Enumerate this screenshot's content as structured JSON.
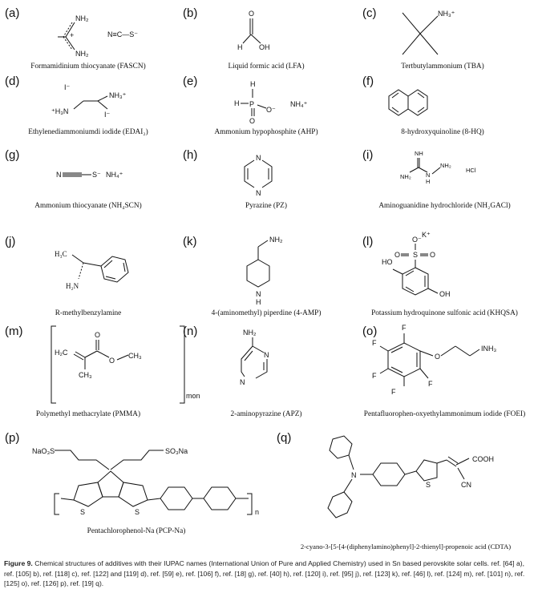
{
  "panels": [
    {
      "letter": "(a)",
      "name": "Formamidinium thiocyanate (FASCN)"
    },
    {
      "letter": "(b)",
      "name": "Liquid formic acid (LFA)"
    },
    {
      "letter": "(c)",
      "name": "Tertbutylammonium (TBA)"
    },
    {
      "letter": "(d)",
      "name": "Ethylenediammoniumdi iodide (EDAI₂)"
    },
    {
      "letter": "(e)",
      "name": "Ammonium hypophosphite (AHP)"
    },
    {
      "letter": "(f)",
      "name": "8-hydroxyquinoline (8-HQ)"
    },
    {
      "letter": "(g)",
      "name": "Ammonium thiocyanate (NH₄SCN)"
    },
    {
      "letter": "(h)",
      "name": "Pyrazine (PZ)"
    },
    {
      "letter": "(i)",
      "name": "Aminoguanidine hydrochloride (NH₂GACl)"
    },
    {
      "letter": "(j)",
      "name": "R-methylbenzylamine"
    },
    {
      "letter": "(k)",
      "name": "4-(aminomethyl) piperdine (4-AMP)"
    },
    {
      "letter": "(l)",
      "name": "Potassium hydroquinone sulfonic acid (KHQSA)"
    },
    {
      "letter": "(m)",
      "name": "Polymethyl methacrylate (PMMA)"
    },
    {
      "letter": "(n)",
      "name": "2-aminopyrazine (APZ)"
    },
    {
      "letter": "(o)",
      "name": "Pentafluorophen-oxyethylammonimum iodide (FOEI)"
    },
    {
      "letter": "(p)",
      "name": "Pentachlorophenol-Na (PCP-Na)"
    },
    {
      "letter": "(q)",
      "name": "2-cyano-3-[5-[4-(diphenylamino)phenyl]-2-thienyl]-propenoic acid (CDTA)"
    }
  ],
  "atoms": {
    "a": {
      "nh2_top": "NH₂",
      "nh2_bot": "NH₂",
      "plus": "+",
      "scn": "N≡C—S⁻"
    },
    "b": {
      "o": "O",
      "h": "H",
      "oh": "OH"
    },
    "c": {
      "nh3": "NH₃⁺"
    },
    "d": {
      "i1": "I⁻",
      "i2": "I⁻",
      "h3n": "⁺H₃N",
      "nh3": "NH₃⁺"
    },
    "e": {
      "h1": "H",
      "p": "P",
      "o_top": "O",
      "h2": "H",
      "o_minus": "O⁻",
      "nh4": "NH₄⁺"
    },
    "g": {
      "n": "N",
      "s": "S⁻",
      "nh4": "NH₄⁺"
    },
    "h": {
      "n1": "N",
      "n2": "N"
    },
    "i": {
      "nh": "NH",
      "nh2a": "NH₂",
      "nh2b": "NH₂",
      "hn": "H",
      "n": "N",
      "hcl": "HCl"
    },
    "j": {
      "h3c": "H₃C",
      "h2n": "H₂N"
    },
    "k": {
      "nh2": "NH₂",
      "n": "N",
      "h": "H"
    },
    "l": {
      "k": "K⁺",
      "o_minus": "O⁻",
      "o1": "O",
      "o2": "O",
      "s": "S",
      "ho": "HO",
      "oh": "OH"
    },
    "m": {
      "o": "O",
      "ch3": "CH₃",
      "h2c": "H₂C",
      "ch3b": "CH₃",
      "mon": "mon",
      "o2": "O"
    },
    "n": {
      "nh2": "NH₂",
      "n1": "N",
      "n2": "N"
    },
    "o": {
      "f1": "F",
      "f2": "F",
      "f3": "F",
      "f4": "F",
      "f5": "F",
      "o": "O",
      "inh3": "INH₃"
    },
    "p": {
      "so3na_l": "NaO₃S",
      "so3na_r": "SO₃Na",
      "s1": "S",
      "s2": "S",
      "n": "n"
    },
    "q": {
      "n": "N",
      "s": "S",
      "cooh": "COOH",
      "cn": "CN"
    }
  },
  "caption": {
    "label": "Figure 9.",
    "text": "Chemical structures of additives with their IUPAC names (International Union of Pure and Applied Chemistry) used in Sn based perovskite solar cells. ref. [64] a), ref. [105] b), ref. [118] c), ref. [122] and [119] d), ref. [59] e), ref. [106] f), ref. [18] g), ref. [40] h), ref. [120] i), ref. [95] j), ref. [123] k), ref. [46] l), ref. [124] m), ref. [101] n), ref. [125] o), ref. [126] p), ref. [19] q)."
  }
}
